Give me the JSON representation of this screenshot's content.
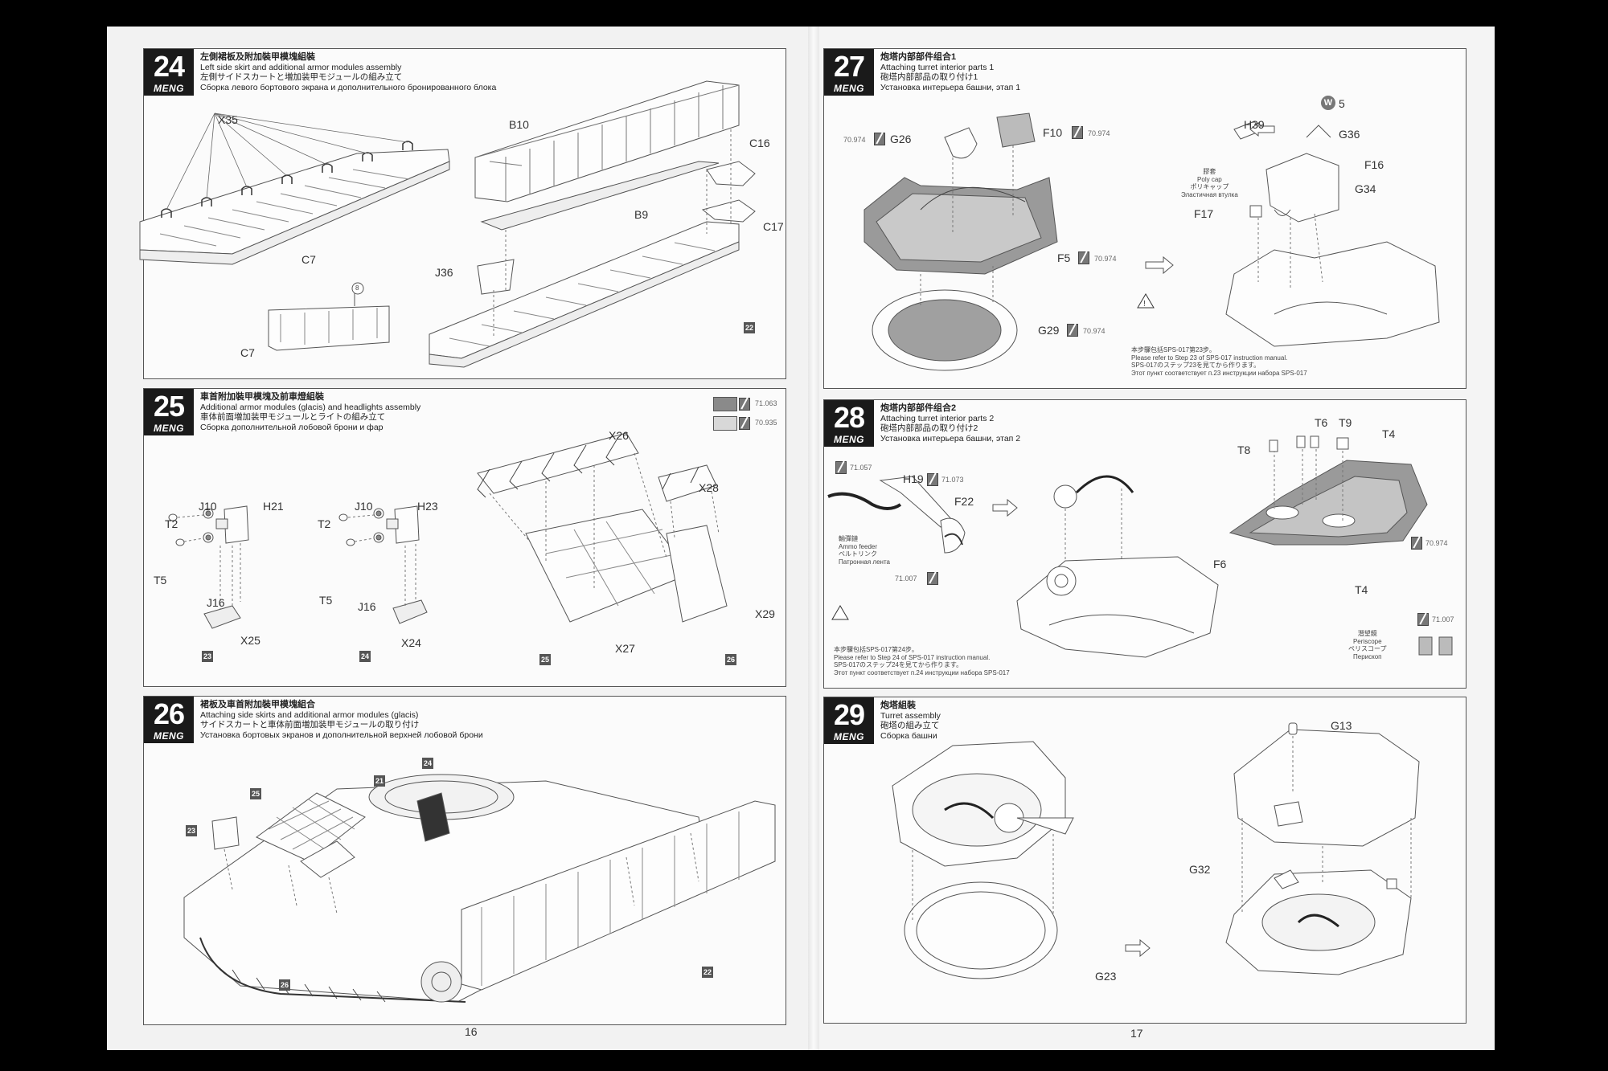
{
  "brand": "MENG",
  "pages": {
    "left": "16",
    "right": "17"
  },
  "steps": {
    "s24": {
      "number": "24",
      "title_cn": "左側裙板及附加裝甲模塊組裝",
      "title_en": "Left side skirt and additional armor modules assembly",
      "title_jp": "左側サイドスカートと増加装甲モジュールの組み立て",
      "title_ru": "Сборка левого бортового экрана и дополнительного бронированного блока",
      "labels": {
        "x35": "X35",
        "c7a": "C7",
        "c7b": "C7",
        "b10": "B10",
        "b9": "B9",
        "c16": "C16",
        "c17": "C17",
        "j36": "J36",
        "circ": "8",
        "ref": "22"
      }
    },
    "s25": {
      "number": "25",
      "title_cn": "車首附加裝甲模塊及前車燈組裝",
      "title_en": "Additional armor modules (glacis) and headlights assembly",
      "title_jp": "車体前面増加装甲モジュールとライトの組み立て",
      "title_ru": "Сборка дополнительной лобовой брони и фар",
      "paints": [
        {
          "code": "71.063",
          "color": "#8a8a8a"
        },
        {
          "code": "70.935",
          "color": "#d8d8d8"
        }
      ],
      "labels": {
        "j10a": "J10",
        "h21": "H21",
        "t2a": "T2",
        "t5a": "T5",
        "j16a": "J16",
        "x25": "X25",
        "j10b": "J10",
        "h23": "H23",
        "t2b": "T2",
        "t5b": "T5",
        "j16b": "J16",
        "x24": "X24",
        "x26": "X26",
        "x27": "X27",
        "x28": "X28",
        "x29": "X29"
      },
      "refs": [
        "23",
        "24",
        "25",
        "26"
      ]
    },
    "s26": {
      "number": "26",
      "title_cn": "裙板及車首附加裝甲模塊組合",
      "title_en": "Attaching side skirts and additional armor modules (glacis)",
      "title_jp": "サイドスカートと車体前面増加装甲モジュールの取り付け",
      "title_ru": "Установка бортовых экранов и дополнительной верхней лобовой брони",
      "refs": [
        "24",
        "21",
        "25",
        "23",
        "26",
        "22"
      ]
    },
    "s27": {
      "number": "27",
      "title_cn": "炮塔内部部件组合1",
      "title_en": "Attaching turret interior parts 1",
      "title_jp": "砲塔内部部品の取り付け1",
      "title_ru": "Установка интерьера башни, этап 1",
      "labels": {
        "g26": "G26",
        "g26code": "70.974",
        "f10": "F10",
        "f10code": "70.974",
        "f5": "F5",
        "f5code": "70.974",
        "g29": "G29",
        "g29code": "70.974",
        "h39": "H39",
        "g36": "G36",
        "w5": "5",
        "f16": "F16",
        "g34": "G34",
        "f17": "F17"
      },
      "polycap": [
        "膠套",
        "Poly cap",
        "ポリキャップ",
        "Эластичная втулка"
      ],
      "note": [
        "本步驟包括SPS-017第23步。",
        "Please refer to Step 23 of SPS-017 instruction manual.",
        "SPS-017のステップ23を見てから作ります。",
        "Этот пункт соответствует п.23 инструкции набора SPS-017"
      ]
    },
    "s28": {
      "number": "28",
      "title_cn": "炮塔内部部件组合2",
      "title_en": "Attaching turret interior parts 2",
      "title_jp": "砲塔内部部品の取り付け2",
      "title_ru": "Установка интерьера башни, этап 2",
      "labels": {
        "c1": "71.057",
        "h19": "H19",
        "h19code": "71.073",
        "f22": "F22",
        "c2": "71.007",
        "t8": "T8",
        "t6": "T6",
        "t9": "T9",
        "t4a": "T4",
        "t4b": "T4",
        "f6": "F6",
        "f6code": "70.974",
        "pcode": "71.007"
      },
      "ammo": [
        "輸彈鏈",
        "Ammo feeder",
        "ベルトリンク",
        "Патронная лента"
      ],
      "periscope": [
        "潛望鏡",
        "Periscope",
        "ペリスコープ",
        "Перископ"
      ],
      "note": [
        "本步驟包括SPS-017第24步。",
        "Please refer to Step 24 of SPS-017 instruction manual.",
        "SPS-017のステップ24を見てから作ります。",
        "Этот пункт соответствует п.24 инструкции набора SPS-017"
      ]
    },
    "s29": {
      "number": "29",
      "title_cn": "炮塔組裝",
      "title_en": "Turret assembly",
      "title_jp": "砲塔の組み立て",
      "title_ru": "Сборка башни",
      "labels": {
        "g13": "G13",
        "g32": "G32",
        "g23": "G23"
      }
    }
  }
}
